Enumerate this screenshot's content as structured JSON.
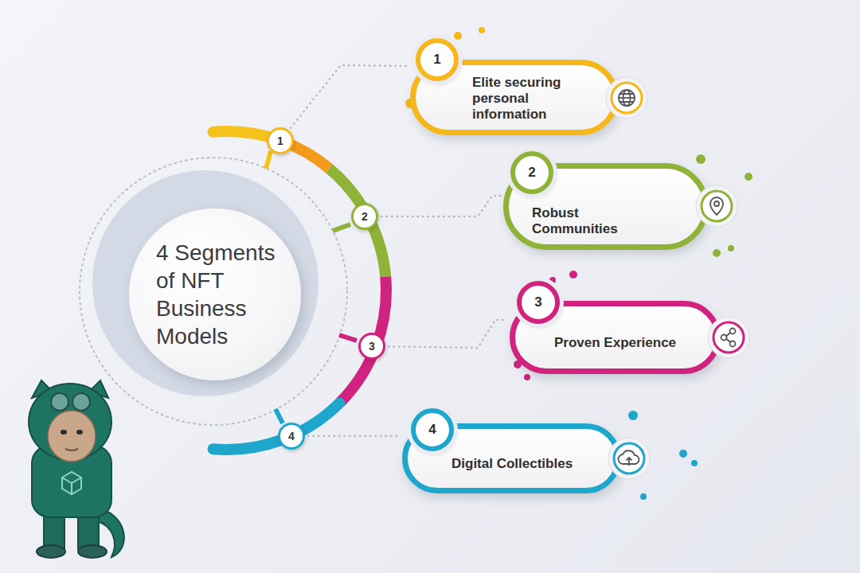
{
  "diagram": {
    "nodes": [
      {
        "text": [
          "4 Segments of NFT Business Models"
        ]
      },
      {
        "text": [
          "1"
        ]
      },
      {
        "text": [
          "1",
          "Elite securing personal information"
        ]
      },
      {
        "text": [
          "2"
        ]
      },
      {
        "text": [
          "2",
          "Robust Communities"
        ]
      },
      {
        "text": [
          "3"
        ]
      },
      {
        "text": [
          "3",
          "Proven Experience"
        ]
      },
      {
        "text": [
          "4"
        ]
      },
      {
        "text": [
          "4",
          "Digital Collectibles"
        ]
      }
    ],
    "edges": [
      {
        "from": 1,
        "to": 2,
        "arrow": "none"
      },
      {
        "from": 3,
        "to": 4,
        "arrow": "none"
      },
      {
        "from": 5,
        "to": 6,
        "arrow": "none"
      },
      {
        "from": 7,
        "to": 8,
        "arrow": "none"
      }
    ]
  }
}
